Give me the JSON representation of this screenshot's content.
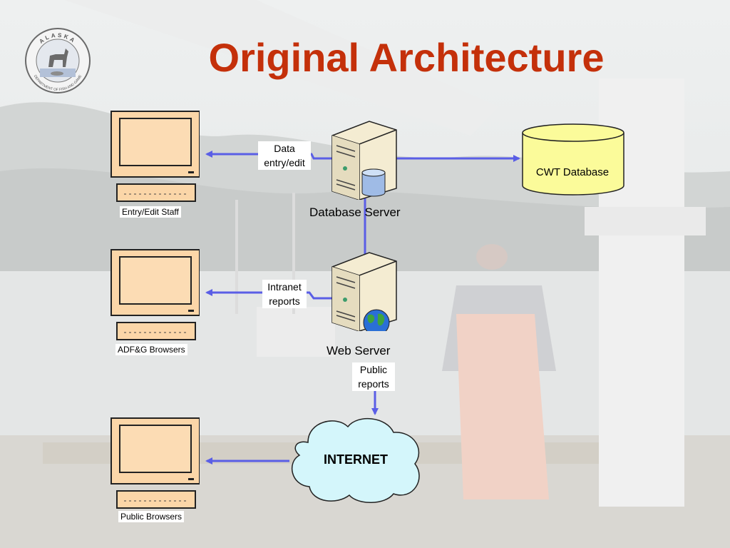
{
  "slide": {
    "title": "Original Architecture",
    "logo": {
      "arc_top": "ALASKA",
      "arc_bottom": "DEPARTMENT OF FISH AND GAME"
    }
  },
  "nodes": {
    "entry_staff": "Entry/Edit Staff",
    "adfg_browsers": "ADF&G Browsers",
    "public_browsers": "Public Browsers",
    "database_server": "Database Server",
    "web_server": "Web Server",
    "cwt_database": "CWT Database",
    "internet": "INTERNET"
  },
  "connections": {
    "data_entry_line1": "Data",
    "data_entry_line2": "entry/edit",
    "intranet_line1": "Intranet",
    "intranet_line2": "reports",
    "public_line1": "Public",
    "public_line2": "reports"
  },
  "colors": {
    "title": "#c4300a",
    "arrow": "#5a5ee6",
    "pc_screen": "#fbd6a8",
    "db_fill": "#fbfb9a",
    "cloud_fill": "#d4f6fb"
  }
}
